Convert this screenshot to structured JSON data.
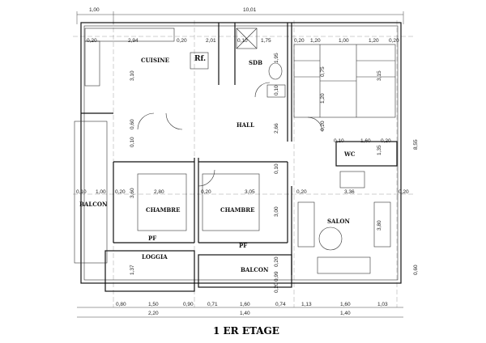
{
  "title": "1 ER ETAGE",
  "rooms": {
    "cuisine": "CUISINE",
    "rf": "Rf.",
    "sdb": "SDB",
    "hall": "HALL",
    "wc": "WC",
    "balcon_left": "BALCON",
    "chambre1": "CHAMBRE",
    "chambre2": "CHAMBRE",
    "salon": "SALON",
    "pf1": "PF",
    "pf2": "PF",
    "loggia": "LOGGIA",
    "balcon_bottom": "BALCON"
  },
  "dims": {
    "top_1": "1,00",
    "top_2": "10,01",
    "r1_a": "0,20",
    "r1_b": "2,94",
    "r1_c": "0,20",
    "r1_d": "2,01",
    "r1_e": "0,10",
    "r1_f": "1,75",
    "r1_g": "0,20",
    "r1_h": "1,20",
    "r1_i": "1,00",
    "r1_j": "1,20",
    "r1_k": "0,20",
    "v_310": "3,10",
    "v_195": "1,95",
    "v_010a": "0,10",
    "v_266": "2,66",
    "v_010b": "0,10",
    "v_060": "0,60",
    "v_010c": "0,10",
    "v_075": "0,75",
    "v_120": "1,20",
    "v_315": "3,15",
    "v_020a": "0,20",
    "wc_010": "0,10",
    "wc_160": "1,60",
    "wc_020": "0,20",
    "v_135": "1,35",
    "right_855": "8,55",
    "mid_010a": "0,10",
    "mid_100": "1,00",
    "mid_020a": "0,20",
    "mid_280": "2,80",
    "mid_020b": "0,20",
    "mid_305": "3,05",
    "mid_020c": "0,20",
    "mid_336": "3,36",
    "mid_020d": "0,20",
    "v_360": "3,60",
    "v_300": "3,00",
    "v_380": "3,80",
    "v_137": "1,37",
    "v_020b": "0,20",
    "v_099": "0,99",
    "v_020c": "0,20",
    "right_060": "0,60",
    "b_080": "0,80",
    "b_150": "1,50",
    "b_090": "0,90",
    "b_071": "0,71",
    "b_160a": "1,60",
    "b_074": "0,74",
    "b_113": "1,13",
    "b_160b": "1,60",
    "b_103": "1,03",
    "bb_220": "2,20",
    "bb_140a": "1,40",
    "bb_140b": "1,40"
  }
}
